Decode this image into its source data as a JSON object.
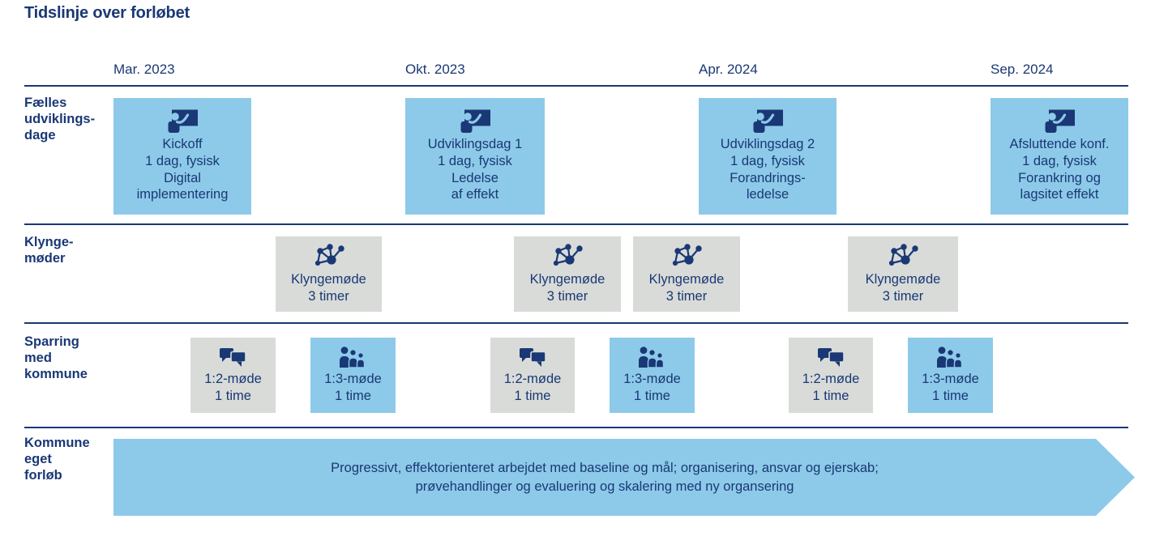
{
  "title": "Tidslinje over forløbet",
  "colors": {
    "navy": "#1A3875",
    "light_blue": "#8DCAE9",
    "gray": "#D8DBD8",
    "background": "#FFFFFF"
  },
  "dates": [
    "Mar. 2023",
    "Okt. 2023",
    "Apr. 2024",
    "Sep. 2024"
  ],
  "rows": {
    "faelles": {
      "label": "Fælles\nudviklings-\ndage",
      "boxes": [
        {
          "icon": "presenter-icon",
          "text": "Kickoff\n1 dag, fysisk\nDigital\nimplementering"
        },
        {
          "icon": "presenter-icon",
          "text": "Udviklingsdag 1\n1 dag, fysisk\nLedelse\naf effekt"
        },
        {
          "icon": "presenter-icon",
          "text": "Udviklingsdag 2\n1 dag, fysisk\nForandrings-\nledelse"
        },
        {
          "icon": "presenter-icon",
          "text": "Afsluttende konf.\n1 dag, fysisk\nForankring og\nlagsitet effekt"
        }
      ]
    },
    "klynge": {
      "label": "Klynge-\nmøder",
      "boxes": [
        {
          "icon": "cluster-icon",
          "text": "Klyngemøde\n3 timer"
        },
        {
          "icon": "cluster-icon",
          "text": "Klyngemøde\n3 timer"
        },
        {
          "icon": "cluster-icon",
          "text": "Klyngemøde\n3 timer"
        },
        {
          "icon": "cluster-icon",
          "text": "Klyngemøde\n3 timer"
        }
      ]
    },
    "sparring": {
      "label": "Sparring\nmed\nkommune",
      "boxes": [
        {
          "icon": "chat-icon",
          "variant": "gray",
          "text": "1:2-møde\n1 time"
        },
        {
          "icon": "people-icon",
          "variant": "blue",
          "text": "1:3-møde\n1 time"
        },
        {
          "icon": "chat-icon",
          "variant": "gray",
          "text": "1:2-møde\n1 time"
        },
        {
          "icon": "people-icon",
          "variant": "blue",
          "text": "1:3-møde\n1 time"
        },
        {
          "icon": "chat-icon",
          "variant": "gray",
          "text": "1:2-møde\n1 time"
        },
        {
          "icon": "people-icon",
          "variant": "blue",
          "text": "1:3-møde\n1 time"
        }
      ]
    },
    "kommune": {
      "label": "Kommune\neget\nforløb",
      "arrow_text": "Progressivt, effektorienteret arbejdet med baseline og mål; organisering, ansvar og ejerskab;\nprøvehandlinger og evaluering og skalering med ny organsering"
    }
  }
}
